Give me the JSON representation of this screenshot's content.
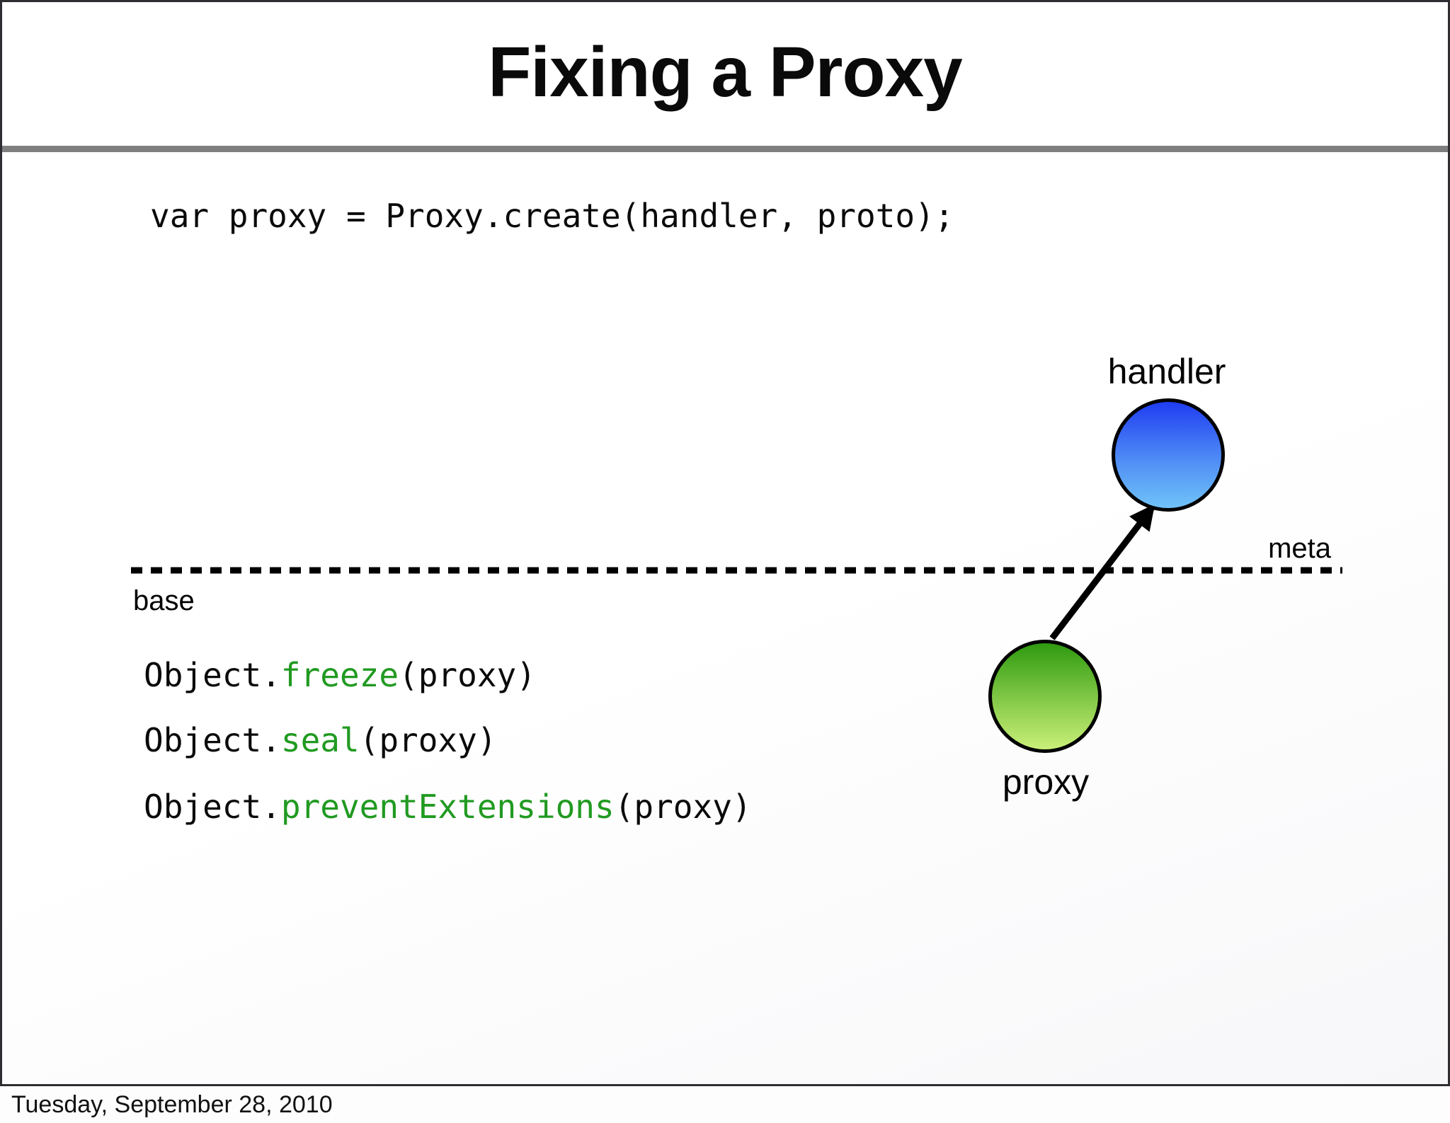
{
  "slide": {
    "title": "Fixing a Proxy",
    "code_top": "var proxy = Proxy.create(handler, proto);",
    "diagram": {
      "handler_label": "handler",
      "proxy_label": "proxy",
      "meta_label": "meta",
      "base_label": "base"
    },
    "code_lines": [
      {
        "prefix": "Object.",
        "method": "freeze",
        "suffix": "(proxy)"
      },
      {
        "prefix": "Object.",
        "method": "seal",
        "suffix": "(proxy)"
      },
      {
        "prefix": "Object.",
        "method": "preventExtensions",
        "suffix": "(proxy)"
      }
    ],
    "colors": {
      "method_green": "#219a21",
      "handler_top": "#1f3df2",
      "handler_bottom": "#70c3f8",
      "proxy_top": "#2f9a10",
      "proxy_bottom": "#c9ef78",
      "rule_gray": "#7f7f7f"
    }
  },
  "footer": {
    "date": "Tuesday, September 28, 2010"
  }
}
